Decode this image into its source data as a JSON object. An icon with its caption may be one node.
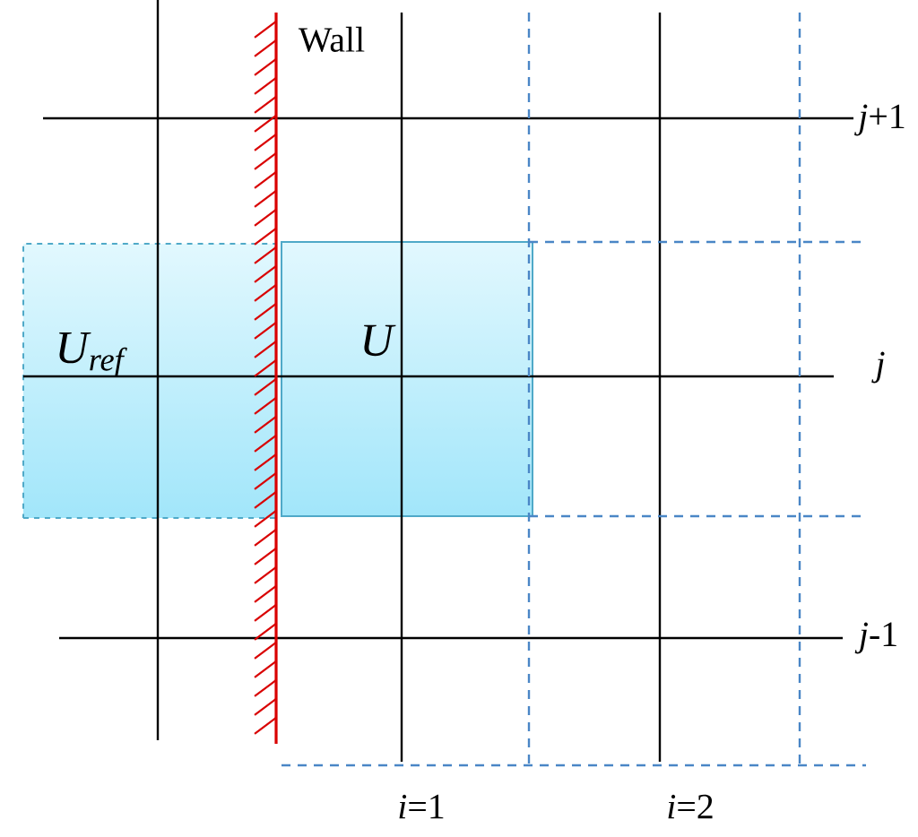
{
  "diagram": {
    "nodes": [
      {
        "text": [
          "U$_{ref}$"
        ]
      },
      {
        "text": [
          "U"
        ]
      }
    ],
    "labels": [
      "Wall",
      "*j*+1",
      "j",
      "*j*-1",
      "*i*=1",
      "*i*=2"
    ]
  }
}
